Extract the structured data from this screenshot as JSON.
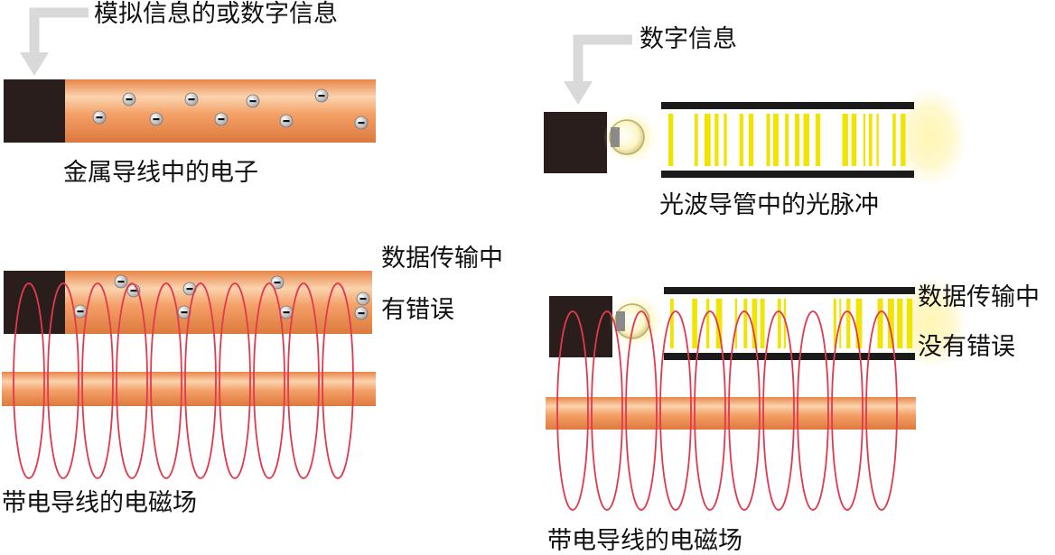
{
  "top_left": {
    "input_label": "模拟信息的或数字信息",
    "caption": "金属导线中的电子"
  },
  "top_right": {
    "input_label": "数字信息",
    "caption": "光波导管中的光脉冲"
  },
  "bottom_left": {
    "note_line1": "数据传输中",
    "note_line2": "有错误",
    "caption": "带电导线的电磁场"
  },
  "bottom_right": {
    "note_line1": "数据传输中",
    "note_line2": "没有错误",
    "caption": "带电导线的电磁场"
  },
  "colors": {
    "copper": "#f39a5c",
    "light_pulse": "#f0e400",
    "field_loop": "#e2394f",
    "block": "#2a1e1c"
  }
}
